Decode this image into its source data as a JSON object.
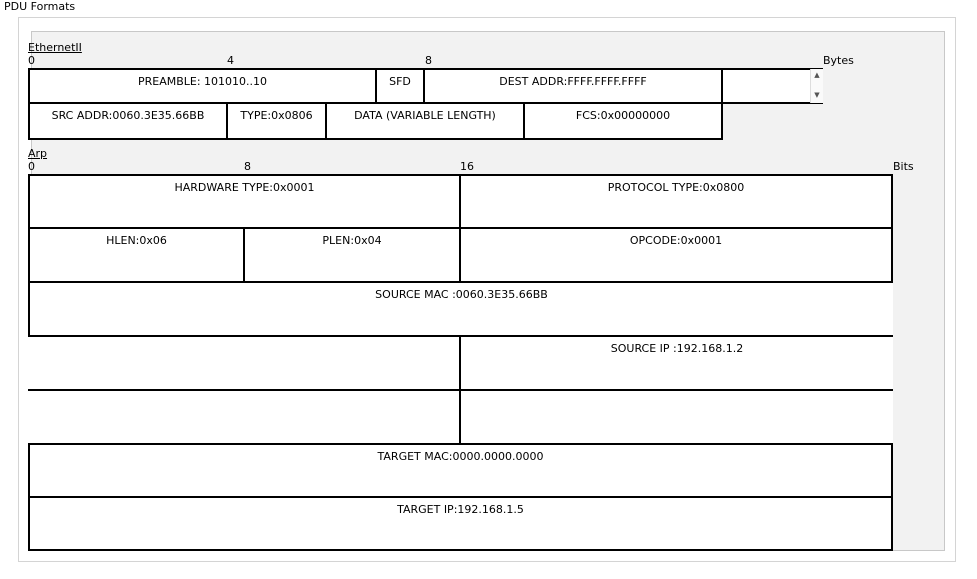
{
  "panel": {
    "title": "PDU Formats"
  },
  "ethernet": {
    "label": "EthernetII",
    "unit": "Bytes",
    "ticks": [
      "0",
      "4",
      "8"
    ],
    "fields": {
      "preamble": "PREAMBLE: 101010..10",
      "sfd": "SFD",
      "dest": "DEST ADDR:FFFF.FFFF.FFFF",
      "extra": "",
      "src": "SRC ADDR:0060.3E35.66BB",
      "type": "TYPE:0x0806",
      "data": "DATA (VARIABLE LENGTH)",
      "fcs": "FCS:0x00000000"
    }
  },
  "arp": {
    "label": "Arp",
    "unit": "Bits",
    "ticks": [
      "0",
      "8",
      "16"
    ],
    "fields": {
      "hardware_type": "HARDWARE TYPE:0x0001",
      "protocol_type": "PROTOCOL TYPE:0x0800",
      "hlen": "HLEN:0x06",
      "plen": "PLEN:0x04",
      "opcode": "OPCODE:0x0001",
      "source_mac": "SOURCE MAC :0060.3E35.66BB",
      "source_mac_cont": "",
      "source_ip": "SOURCE IP :192.168.1.2",
      "source_ip_cont": "",
      "target_mac_start": "",
      "target_mac": "TARGET MAC:0000.0000.0000",
      "target_ip": "TARGET IP:192.168.1.5"
    }
  }
}
